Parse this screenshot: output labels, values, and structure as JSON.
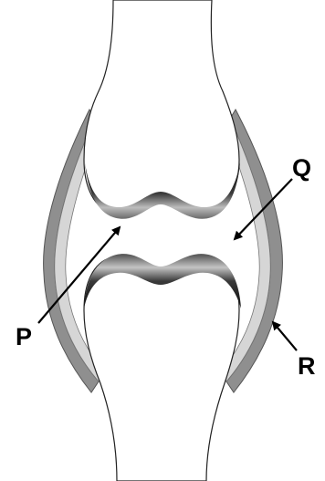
{
  "labels": {
    "p": "P",
    "q": "Q",
    "r": "R"
  },
  "colors": {
    "capsule_dark": "#8a8a8a",
    "capsule_light": "#d2d2d2",
    "cartilage_dark": "#1a1a1a",
    "cartilage_light": "#c8c8c8",
    "bone_outline": "#222222",
    "arrow": "#000000"
  }
}
